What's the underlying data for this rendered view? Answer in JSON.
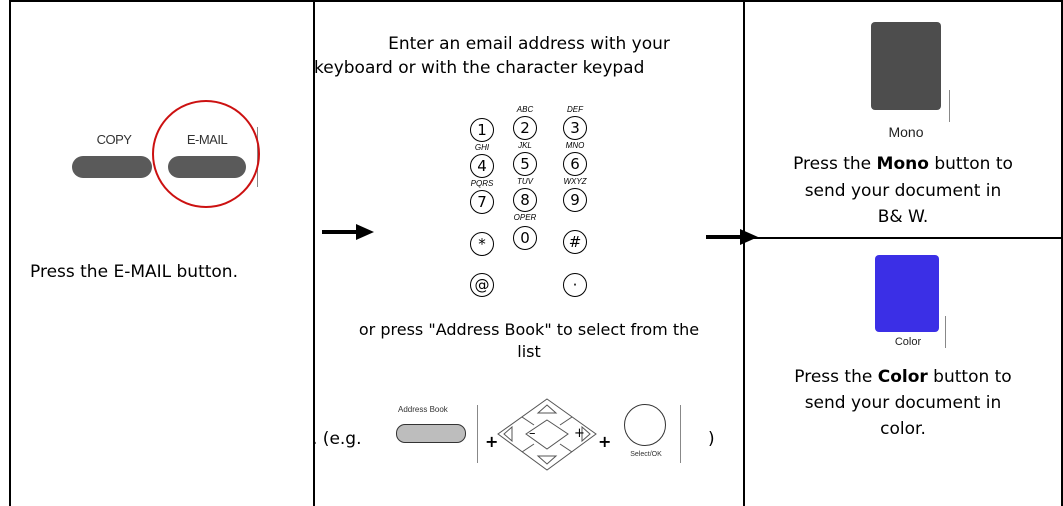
{
  "step1": {
    "copy_label": "COPY",
    "email_label": "E-MAIL",
    "instruction": "Press the E-MAIL button."
  },
  "step2": {
    "line1": "Enter an email address with your",
    "line2": "keyboard or with the character keypad",
    "keypad": {
      "keys": [
        "1",
        "2",
        "3",
        "4",
        "5",
        "6",
        "7",
        "8",
        "9",
        "*",
        "0",
        "#",
        "@",
        "·"
      ],
      "letters": [
        "ABC",
        "DEF",
        "GHI",
        "JKL",
        "MNO",
        "PQRS",
        "TUV",
        "WXYZ",
        "OPER"
      ]
    },
    "or_line1": "or press \"Address Book\" to select from the",
    "or_line2": "list",
    "eg_prefix": ". (e.g.",
    "address_book_label": "Address Book",
    "plus": "+",
    "nav_minus": "–",
    "nav_plus": "+",
    "select_ok_label": "Select/OK",
    "eg_suffix": ")"
  },
  "step3": {
    "mono_label": "Mono",
    "mono_pre": "Press the ",
    "mono_bold": "Mono",
    "mono_post": " button to",
    "mono_line2": "send your document in",
    "mono_line3": "B& W.",
    "color_label": "Color",
    "color_pre": "Press the ",
    "color_bold": "Color",
    "color_post": " button to",
    "color_line2": "send your document in",
    "color_line3": "color."
  },
  "colors": {
    "mono_button": "#4d4d4d",
    "color_button": "#3b2fe6",
    "highlight_circle": "#cc1111"
  },
  "icons": {
    "arrow1": "right-arrow-icon",
    "arrow2": "right-arrow-icon"
  }
}
